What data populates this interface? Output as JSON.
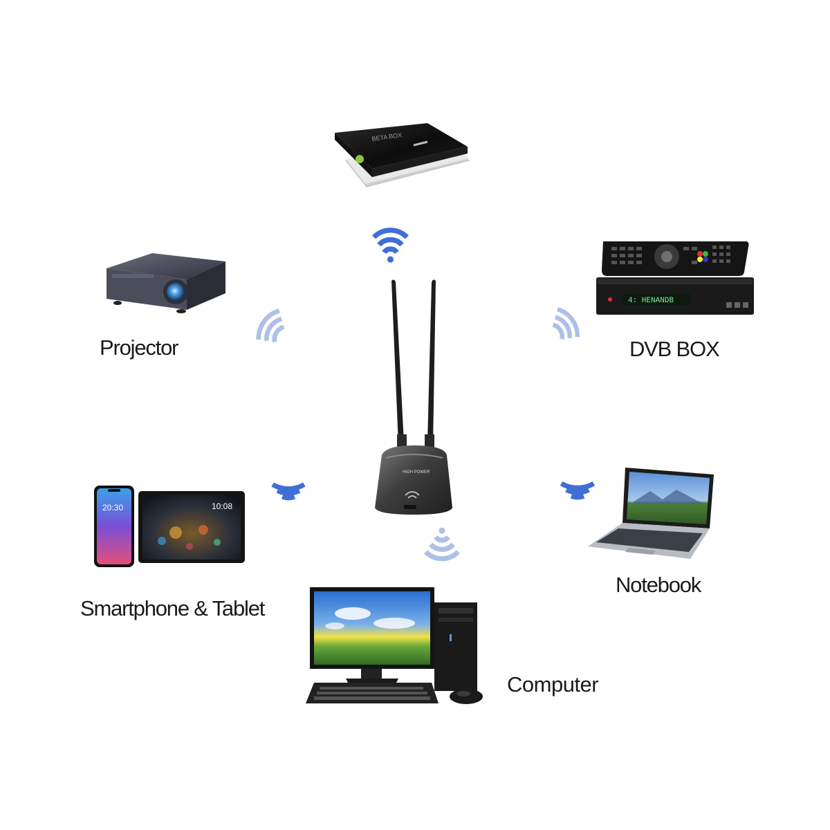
{
  "devices": {
    "projector": {
      "label": "Projector",
      "icon": "projector-icon"
    },
    "dvb_box": {
      "label": "DVB BOX",
      "icon": "set-top-box-icon",
      "display_text": "4: HENANDB"
    },
    "smartphone_tablet": {
      "label": "Smartphone & Tablet",
      "icon": "phone-tablet-icon",
      "phone_time": "20:30",
      "tablet_time": "10:08"
    },
    "notebook": {
      "label": "Notebook",
      "icon": "laptop-icon"
    },
    "computer": {
      "label": "Computer",
      "icon": "desktop-computer-icon"
    },
    "android_box": {
      "icon": "android-tv-box-icon",
      "brand_text": "BETA BOX"
    }
  },
  "adapter": {
    "icon": "usb-wifi-adapter-icon",
    "base_text": "HIGH POWER"
  },
  "signal": {
    "icon": "wifi-signal-icon",
    "color": "#3f6fd6",
    "faded_color": "#aebfe8"
  }
}
